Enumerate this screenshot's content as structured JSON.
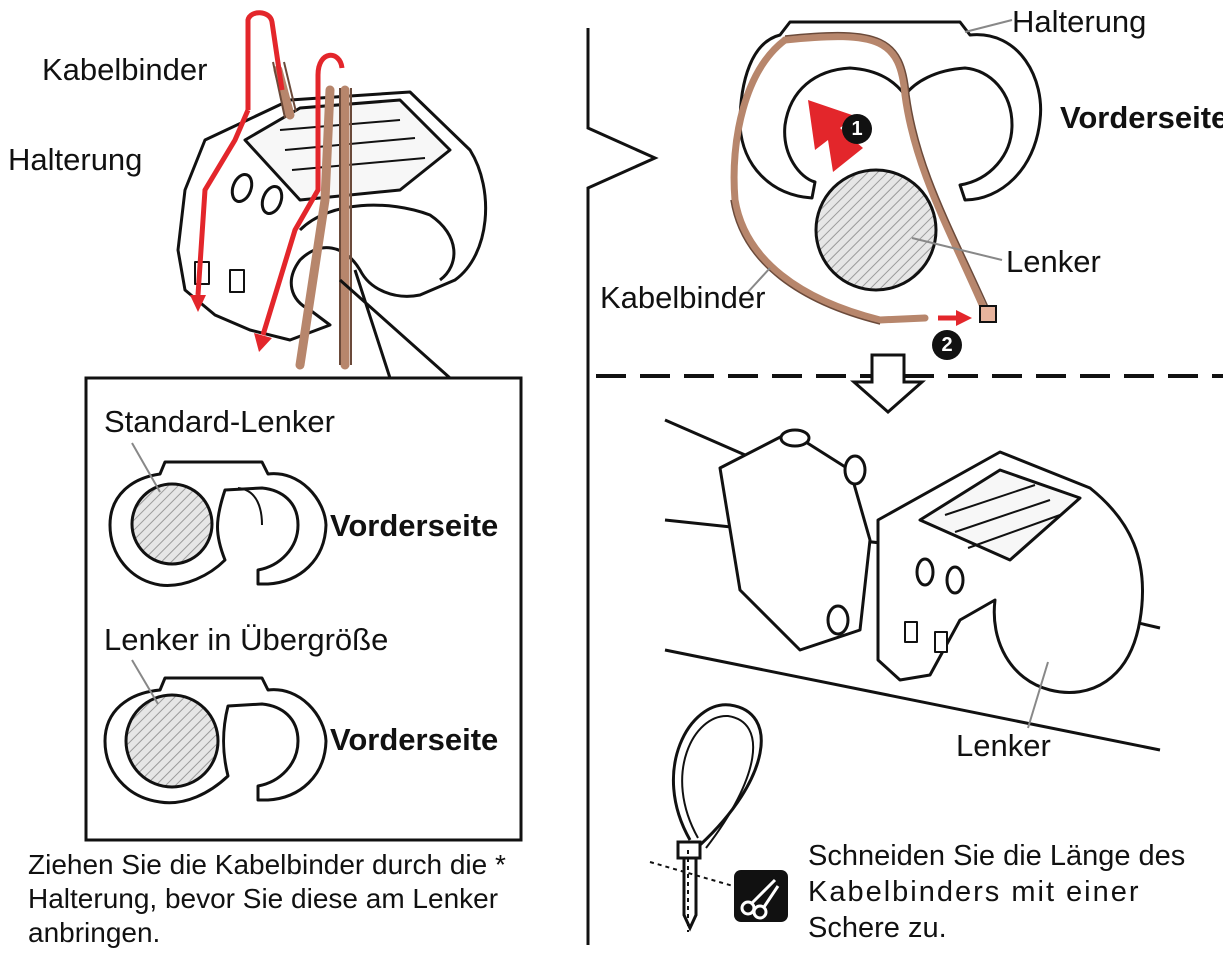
{
  "top_left": {
    "cable_tie_label": "Kabelbinder",
    "bracket_label": "Halterung"
  },
  "inset": {
    "standard_label": "Standard-Lenker",
    "standard_front_label": "Vorderseite",
    "oversize_label": "Lenker in Übergröße",
    "oversize_front_label": "Vorderseite"
  },
  "note": {
    "lines": [
      "Ziehen Sie die Kabelbinder durch die *",
      "Halterung, bevor Sie diese  am Lenker",
      "anbringen."
    ]
  },
  "top_right": {
    "bracket_label": "Halterung",
    "front_label": "Vorderseite",
    "handlebar_label": "Lenker",
    "cable_tie_label": "Kabelbinder",
    "step1": "1",
    "step2": "2"
  },
  "bottom_right": {
    "handlebar_label": "Lenker",
    "cut_lines": [
      "Schneiden Sie die Länge des",
      "Kabelbinders mit einer",
      "Schere zu."
    ]
  },
  "colors": {
    "arrow_red": "#e3262b",
    "tie_brown": "#b7866c",
    "hatch_grey": "#9a9a9a"
  }
}
